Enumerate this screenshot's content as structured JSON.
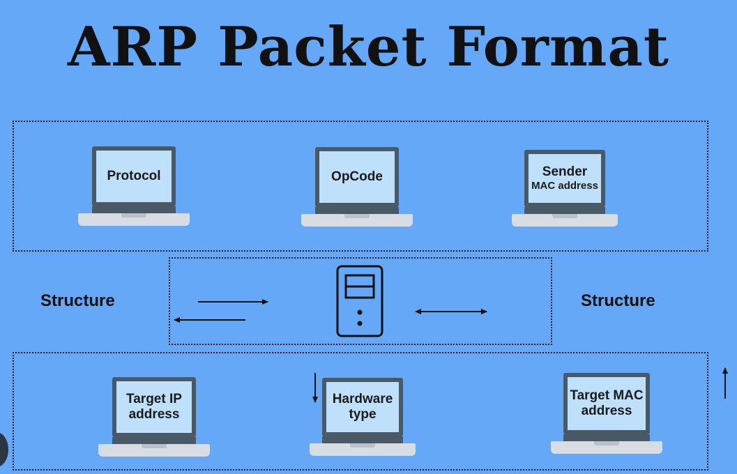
{
  "title": "ARP Packet Format",
  "top_row": [
    {
      "line1": "Protocol",
      "line2": ""
    },
    {
      "line1": "OpCode",
      "line2": ""
    },
    {
      "line1": "Sender",
      "line2": "MAC address"
    }
  ],
  "bottom_row": [
    {
      "line1": "Target IP",
      "line2": "address"
    },
    {
      "line1": "Hardware",
      "line2": "type"
    },
    {
      "line1": "Target MAC",
      "line2": "address"
    }
  ],
  "middle": {
    "left_label": "Structure",
    "right_label": "Structure",
    "server_icon": "server-icon"
  },
  "colors": {
    "background": "#64a8f7",
    "screen": "#bfe0fa",
    "frame": "#4a5966",
    "base": "#d7dde2"
  }
}
